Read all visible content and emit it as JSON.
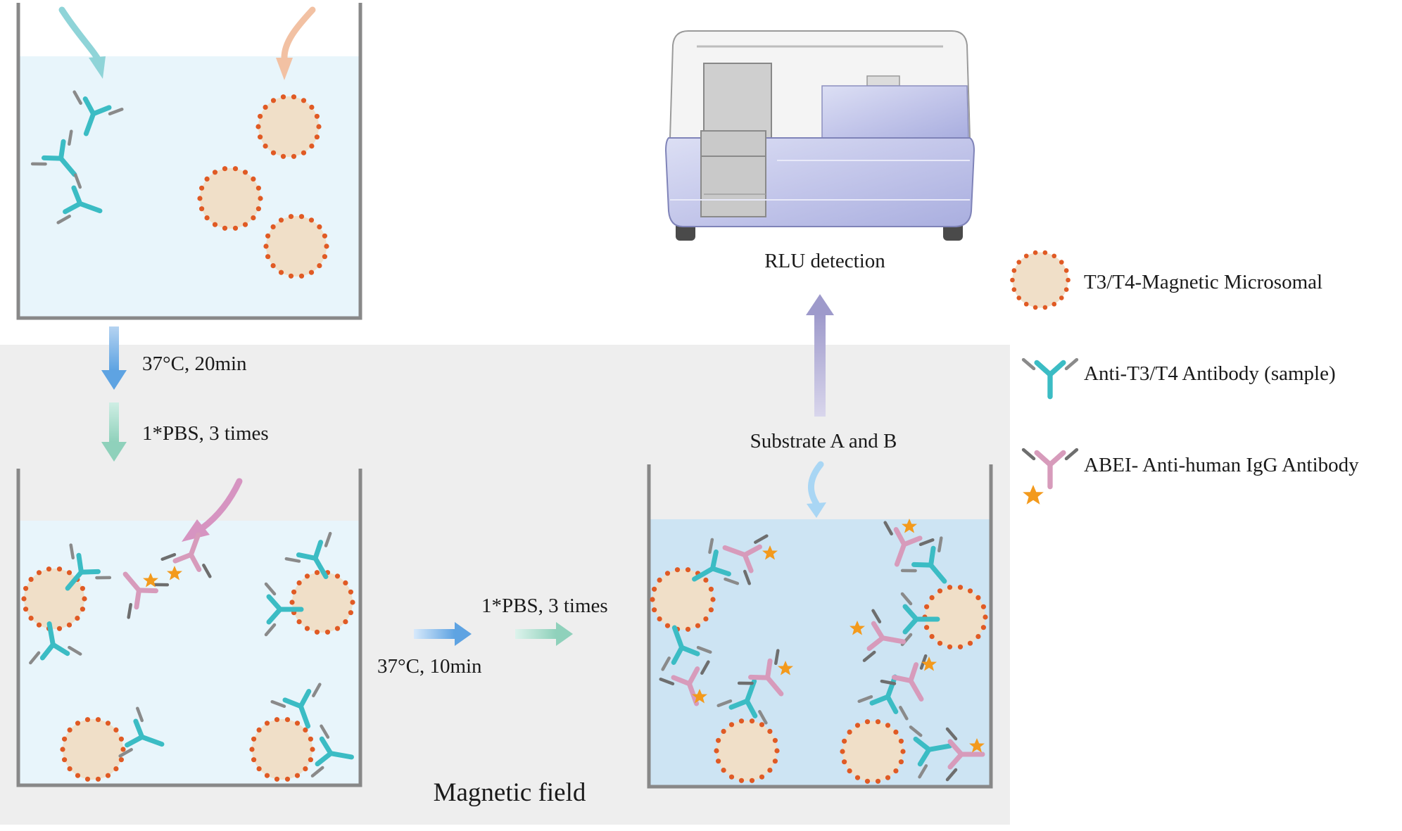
{
  "labels": {
    "step1_temp": "37°C, 20min",
    "step1_wash": "1*PBS, 3 times",
    "step2_temp": "37°C, 10min",
    "step2_wash": "1*PBS, 3 times",
    "substrate": "Substrate A and B",
    "detection": "RLU detection",
    "magnetic_field": "Magnetic field"
  },
  "legend": {
    "items": [
      {
        "label": "T3/T4-Magnetic Microsomal",
        "icon": "magnetic-microsphere-icon"
      },
      {
        "label": "Anti-T3/T4 Antibody (sample)",
        "icon": "anti-t3t4-antibody-icon"
      },
      {
        "label": "ABEI- Anti-human IgG Antibody",
        "icon": "abei-antibody-icon"
      }
    ]
  },
  "colors": {
    "bead_fill": "#f0dfc8",
    "bead_dots": "#e05a24",
    "antibody_sample": "#3bbcc4",
    "antibody_tips": "#8a8a8a",
    "antibody_abei": "#d79bbb",
    "star": "#f39a1c",
    "liquid_light": "#e8f5fb",
    "liquid_blue": "#cde4f3",
    "container_wall": "#888888",
    "magnetic_field_bg": "#eeeeee",
    "instrument_body": "#c6c9ea"
  }
}
